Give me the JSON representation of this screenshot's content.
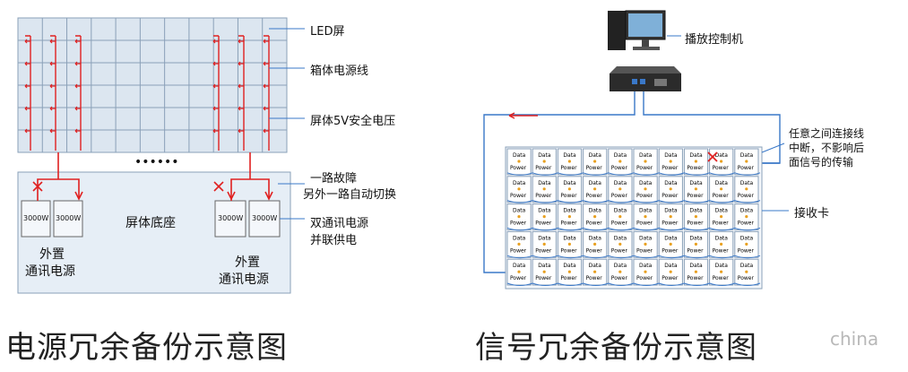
{
  "left": {
    "label_led": "LED屏",
    "label_cable": "箱体电源线",
    "label_5v": "屏体5V安全电压",
    "label_fault_1": "一路故障",
    "label_fault_2": "另外一路自动切换",
    "label_dual_1": "双通讯电源",
    "label_dual_2": "并联供电",
    "base_label": "屏体底座",
    "psu_label": "3000W",
    "ext_left_1": "外置",
    "ext_left_2": "通讯电源",
    "ext_right_1": "外置",
    "ext_right_2": "通讯电源",
    "dots": "••••••",
    "caption": "电源冗余备份示意图"
  },
  "right": {
    "label_controller": "播放控制机",
    "label_break_1": "任意之间连接线",
    "label_break_2": "中断，不影响后",
    "label_break_3": "面信号的传输",
    "label_receiver": "接收卡",
    "cell_data": "Data",
    "cell_power": "Power",
    "caption": "信号冗余备份示意图",
    "watermark": "china"
  },
  "colors": {
    "wire_red": "#e02020",
    "wire_blue": "#3a78c8",
    "panel_fill": "#dce6f0",
    "panel_stroke": "#8aa0b8"
  }
}
